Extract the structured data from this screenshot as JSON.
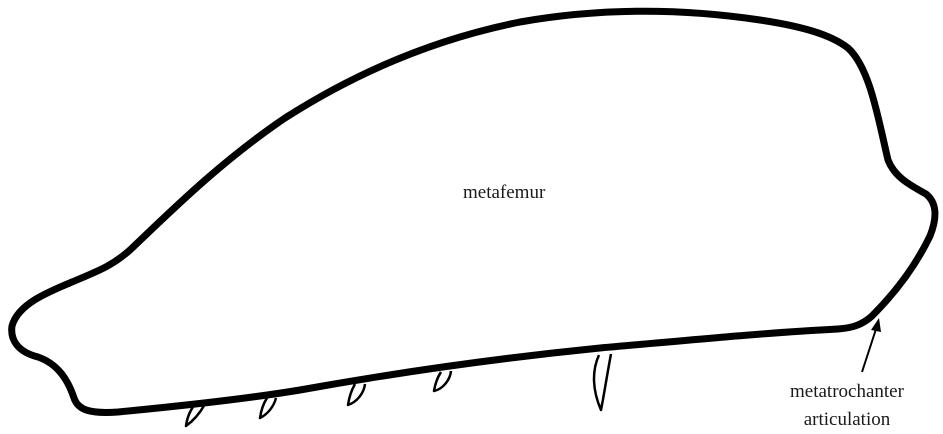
{
  "figure": {
    "outline_color": "#000000",
    "fill_color": "#ffffff",
    "labels": {
      "femur": "metafemur",
      "articulation_line1": "metatrochanter",
      "articulation_line2": "articulation"
    }
  }
}
